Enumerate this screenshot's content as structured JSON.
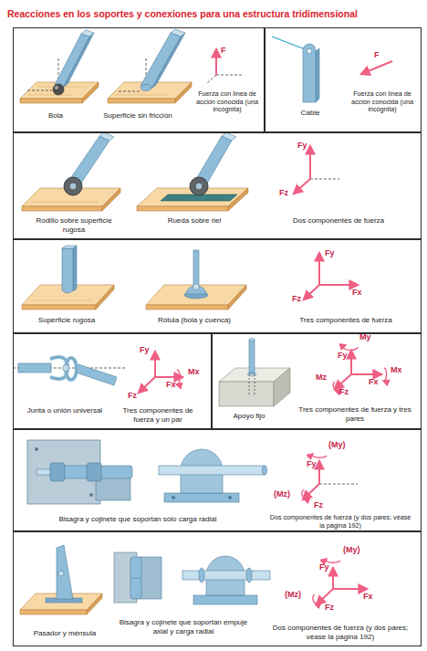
{
  "diagram": {
    "title": "Reacciones en los soportes y conexiones para una estructura tridimensional",
    "nodes": [
      {
        "text": [
          "Bola",
          "Superficie sin fricción",
          "Fuerza con línea de acción conocida (una incógnita)"
        ]
      },
      {
        "text": [
          "Cable",
          "Fuerza con línea de acción conocida (una incógnita)"
        ]
      },
      {
        "text": [
          "Rodillo sobre superficie rugosa",
          "Rueda sobre riel",
          "Dos componentes de fuerza"
        ]
      },
      {
        "text": [
          "Superficie rugosa",
          "Rótula (bola y cuenca)",
          "Tres componentes de fuerza"
        ]
      },
      {
        "text": [
          "Junta o unión universal",
          "Tres componentes de fuerza y un par"
        ]
      },
      {
        "text": [
          "Apoyo fijo",
          "Tres componentes de fuerza y tres pares"
        ]
      },
      {
        "text": [
          "Bisagra y cojinete que soportan sólo carga radial",
          "Dos componentes de fuerza (y dos pares; véase la página 192)"
        ]
      },
      {
        "text": [
          "Pasador y ménsula",
          "Bisagra y cojinete que soportan empuje axial y carga radial",
          "Dos componentes de fuerza (y dos pares; véase la página 192)"
        ]
      }
    ],
    "labels": [
      "F",
      "F",
      "Fy",
      "Fz",
      "Fy",
      "Fz",
      "Fx",
      "Fy",
      "Fx",
      "Mx",
      "Fz",
      "My",
      "Fy",
      "Mx",
      "Fx",
      "Mz",
      "Fz",
      "(My)",
      "Fy",
      "(Mz)",
      "Fz",
      "(My)",
      "Fy",
      "(Mz)",
      "Fz",
      "Fx"
    ]
  }
}
